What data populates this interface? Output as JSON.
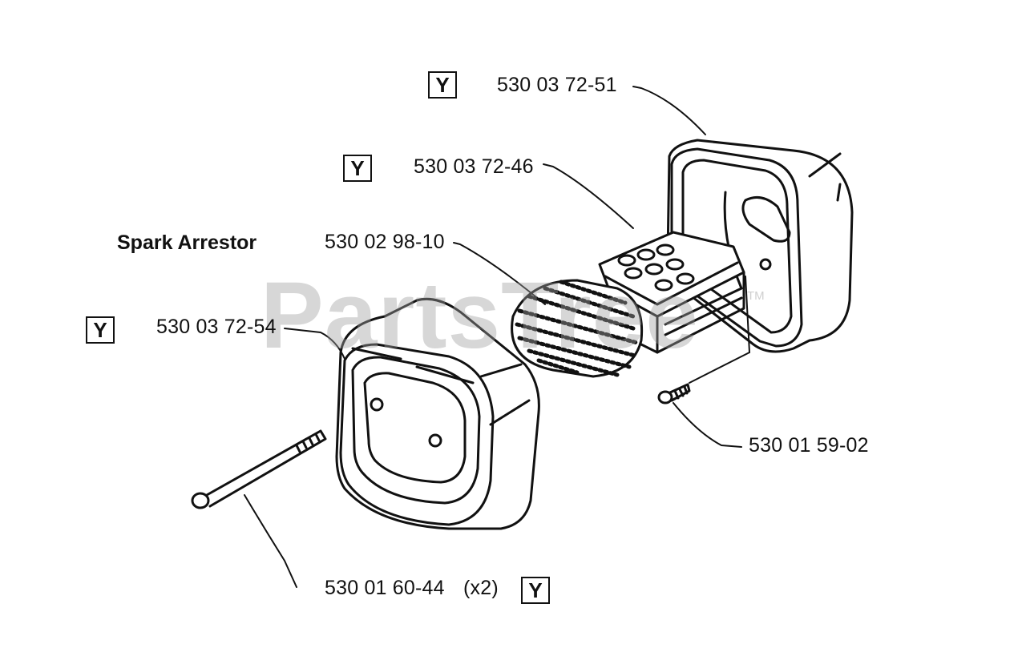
{
  "diagram": {
    "title": "Spark Arrestor",
    "watermark": "PartsTree",
    "watermark_mark": "TM",
    "badge_text": "Y",
    "parts": {
      "cover": "530 03 72-51",
      "screen_holder": "530 03 72-46",
      "spark_screen": "530 02 98-10",
      "front_cover": "530 03 72-54",
      "screw": "530 01 59-02",
      "bolt": "530 01 60-44",
      "bolt_quantity": "(x2)"
    },
    "colors": {
      "line": "#111111",
      "watermark": "#a0a0a0",
      "background": "#ffffff"
    }
  }
}
